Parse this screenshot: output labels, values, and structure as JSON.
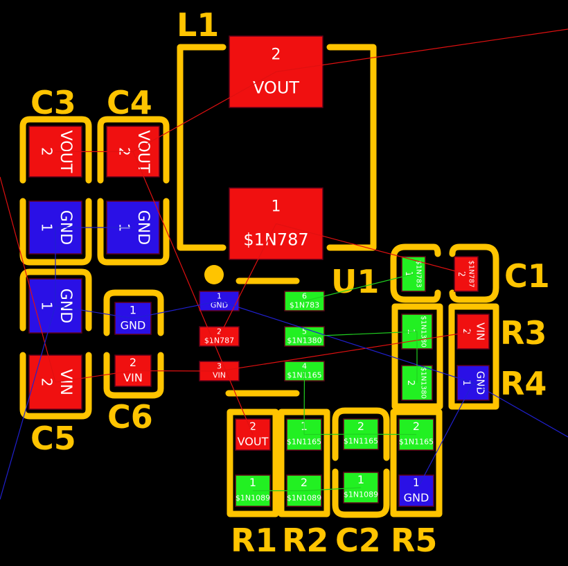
{
  "colors": {
    "background": "#000000",
    "silkscreen": "#FFC400",
    "net_red": "#F01010",
    "net_blue": "#2A10E6",
    "net_green": "#22F022",
    "ratsnest_red": "#E01010",
    "ratsnest_blue": "#2020D0",
    "ratsnest_green": "#20D020"
  },
  "designators": {
    "L1": "L1",
    "C3": "C3",
    "C4": "C4",
    "C5": "C5",
    "C6": "C6",
    "U1": "U1",
    "C1": "C1",
    "R3": "R3",
    "R4": "R4",
    "R1": "R1",
    "R2": "R2",
    "C2": "C2",
    "R5": "R5"
  },
  "pads": {
    "l1_2": {
      "num": "2",
      "net": "VOUT"
    },
    "l1_1": {
      "num": "1",
      "net": "$1N787"
    },
    "c3_2": {
      "num": "2",
      "net": "VOUT"
    },
    "c3_1": {
      "num": "1",
      "net": "GND"
    },
    "c4_2": {
      "num": "2",
      "net": "VOUT"
    },
    "c4_1": {
      "num": "1",
      "net": "GND"
    },
    "c5_1": {
      "num": "1",
      "net": "GND"
    },
    "c5_2": {
      "num": "2",
      "net": "VIN"
    },
    "c6_1": {
      "num": "1",
      "net": "GND"
    },
    "c6_2": {
      "num": "2",
      "net": "VIN"
    },
    "u1_1": {
      "num": "1",
      "net": "GND"
    },
    "u1_2": {
      "num": "2",
      "net": "$1N787"
    },
    "u1_3": {
      "num": "3",
      "net": "VIN"
    },
    "u1_4": {
      "num": "4",
      "net": "$1N1165"
    },
    "u1_5": {
      "num": "5",
      "net": "$1N1380"
    },
    "u1_6": {
      "num": "6",
      "net": "$1N783"
    },
    "c1_1": {
      "num": "1",
      "net": "$1N783"
    },
    "c1_2": {
      "num": "2",
      "net": "$1N787"
    },
    "r3_1": {
      "num": "1",
      "net": "$1N1380"
    },
    "r3_2": {
      "num": "2",
      "net": "VIN"
    },
    "r4_2": {
      "num": "2",
      "net": "$1N1380"
    },
    "r4_1": {
      "num": "1",
      "net": "GND"
    },
    "r1_2": {
      "num": "2",
      "net": "VOUT"
    },
    "r1_1": {
      "num": "1",
      "net": "$1N1089"
    },
    "r2_1": {
      "num": "1",
      "net": "$1N1165"
    },
    "r2_2": {
      "num": "2",
      "net": "$1N1089"
    },
    "c2_2": {
      "num": "2",
      "net": "$1N1165"
    },
    "c2_1": {
      "num": "1",
      "net": "$1N1089"
    },
    "r5_2": {
      "num": "2",
      "net": "$1N1165"
    },
    "r5_1": {
      "num": "1",
      "net": "GND"
    }
  }
}
